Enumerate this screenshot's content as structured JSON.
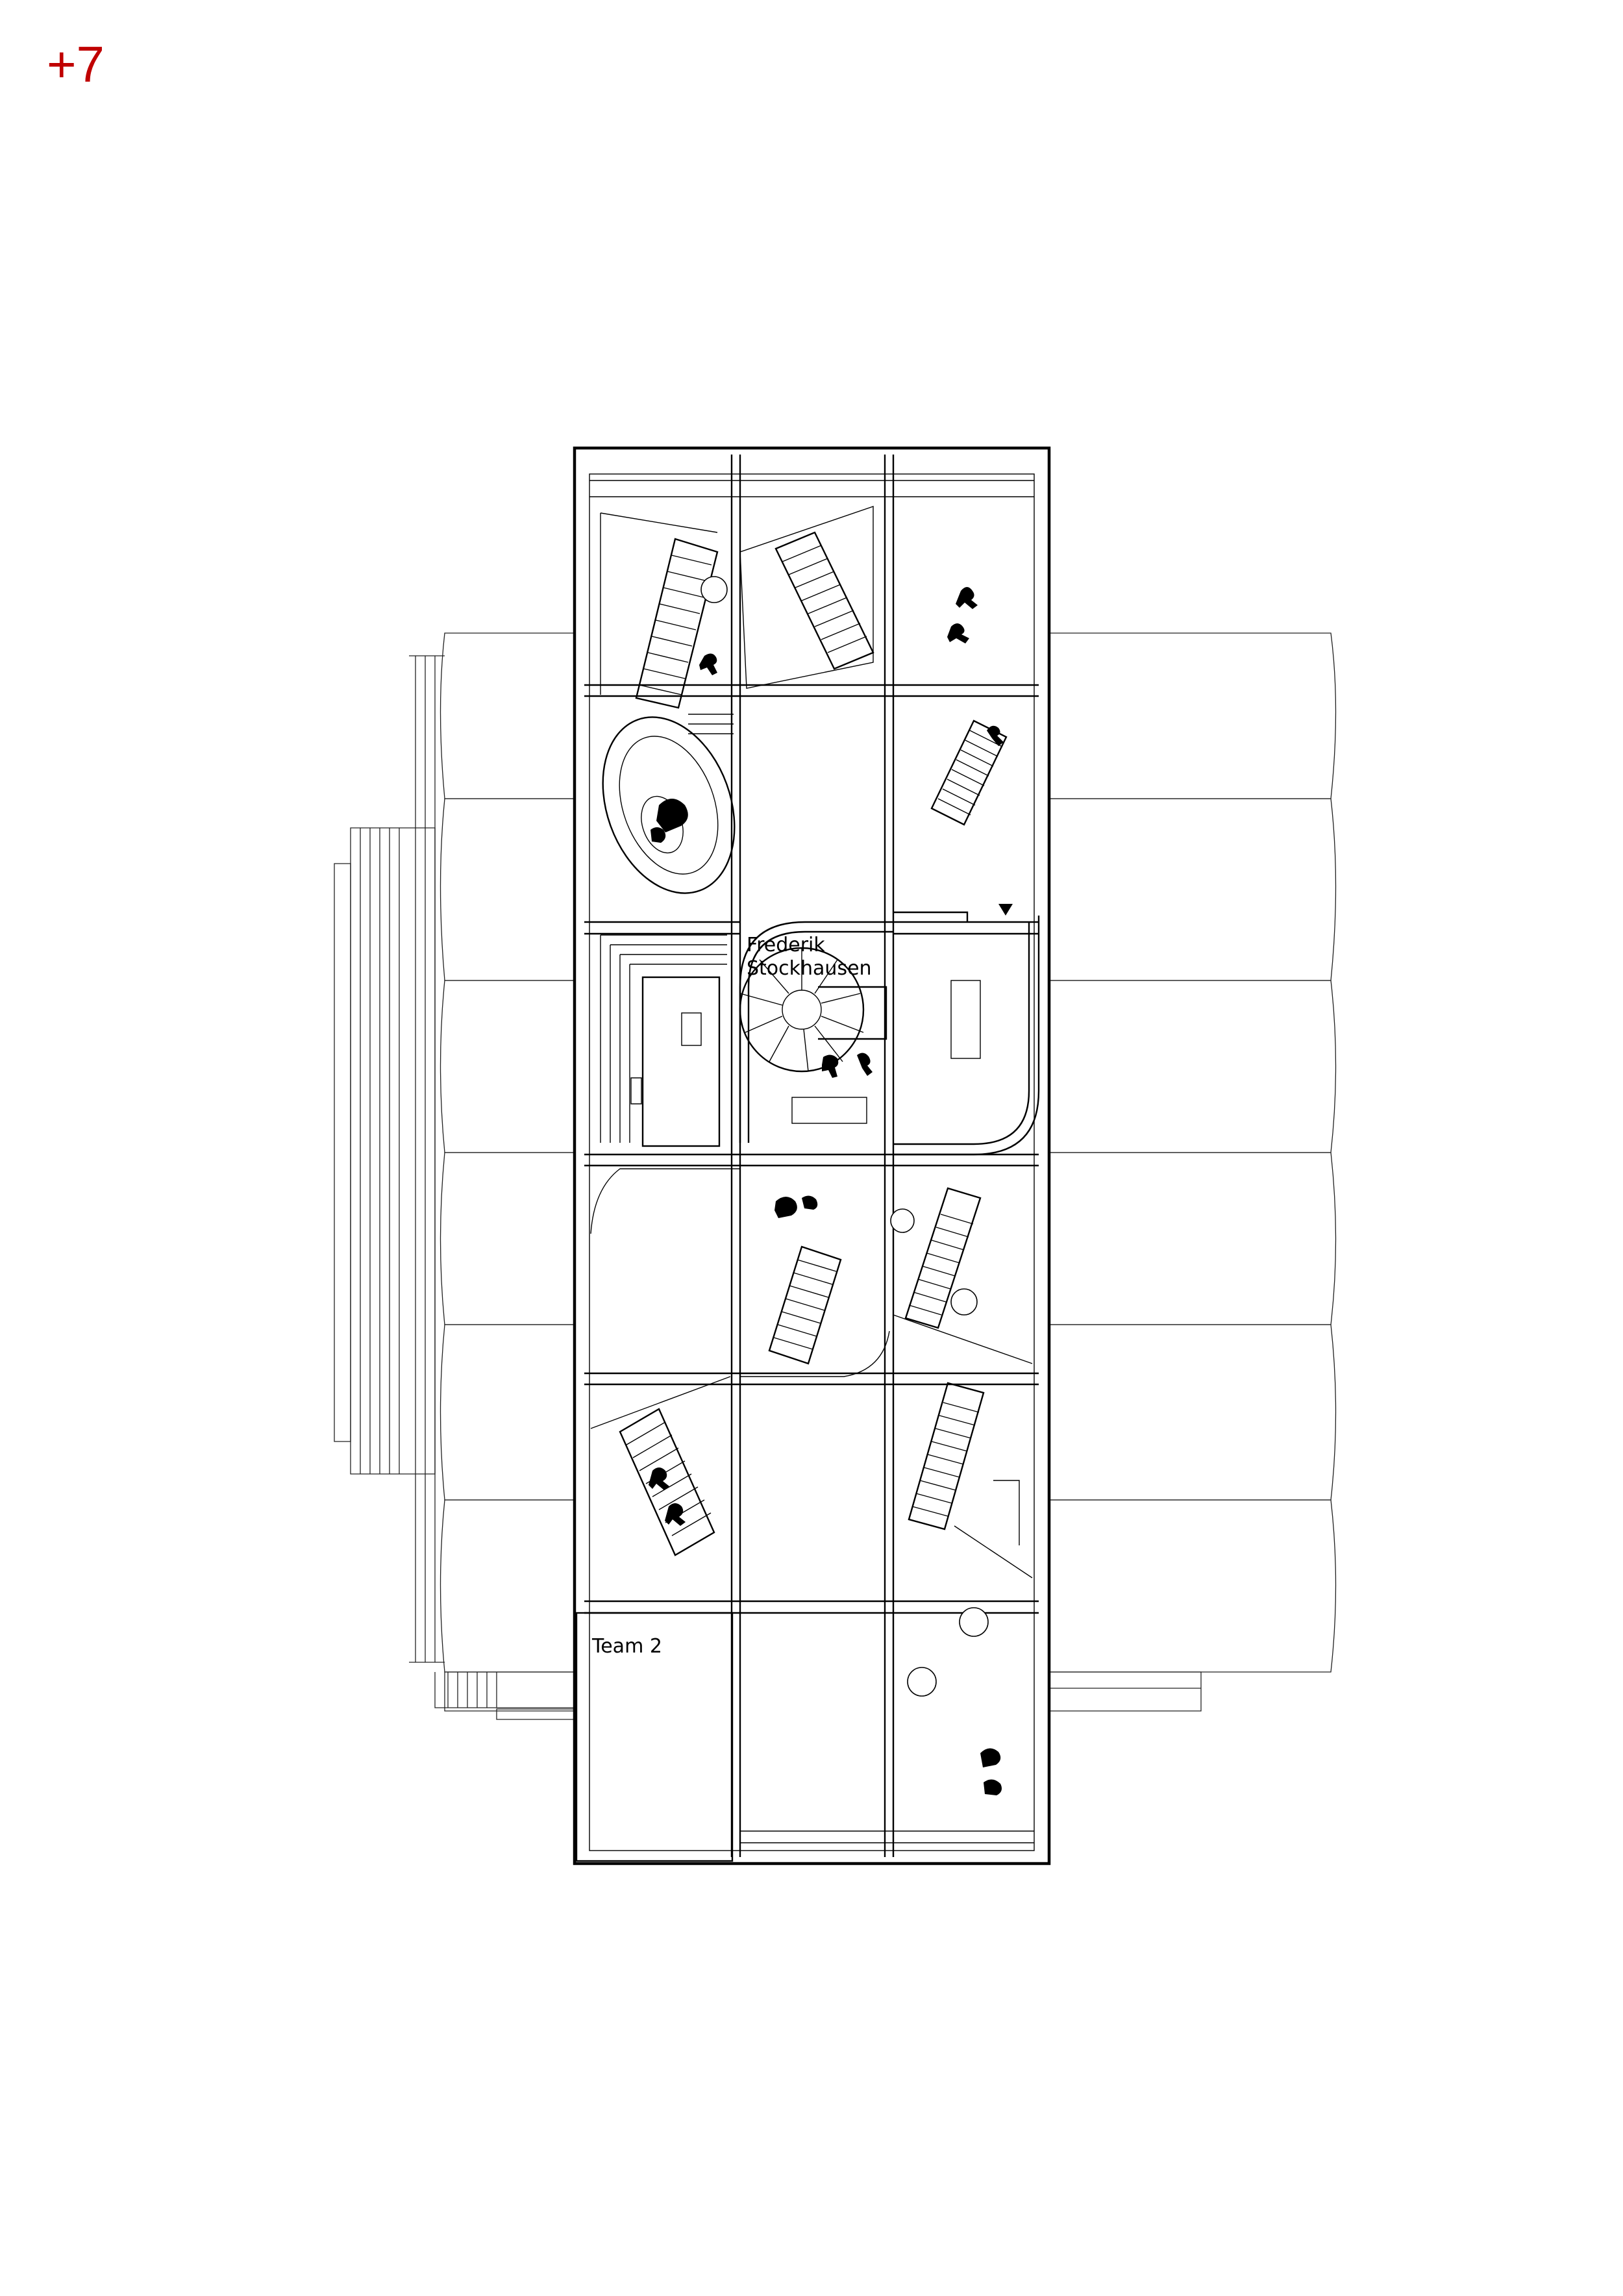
{
  "page": {
    "floor_label": "+7"
  },
  "rooms": [
    {
      "label_lines": [
        "Frederik",
        "Stockhausen"
      ]
    },
    {
      "label_lines": [
        "Team 2"
      ]
    }
  ],
  "colors": {
    "floor_label": "#c00000",
    "linework": "#000000",
    "background": "#ffffff"
  }
}
